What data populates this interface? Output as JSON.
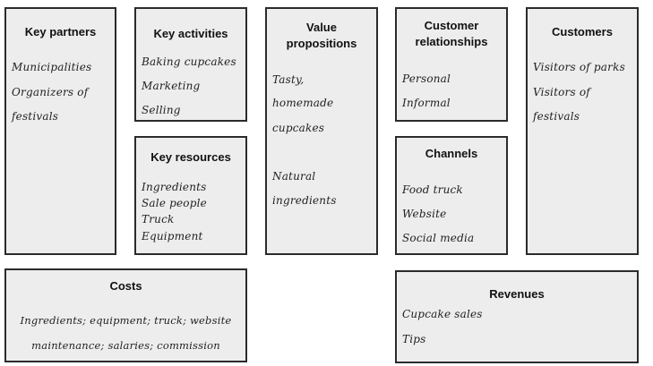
{
  "key_partners": {
    "title": "Key partners",
    "lines": [
      "Municipalities",
      "Organizers of",
      "festivals"
    ]
  },
  "key_activities": {
    "title": "Key activities",
    "lines": [
      "Baking cupcakes",
      "Marketing",
      "Selling"
    ]
  },
  "key_resources": {
    "title": "Key resources",
    "lines": [
      "Ingredients",
      "Sale people",
      "Truck",
      "Equipment"
    ]
  },
  "value_propositions": {
    "title_line1": "Value",
    "title_line2": "propositions",
    "lines": [
      "Tasty,",
      "homemade",
      "cupcakes",
      "Natural",
      "ingredients"
    ]
  },
  "customer_relationships": {
    "title_line1": "Customer",
    "title_line2": "relationships",
    "lines": [
      "Personal",
      "Informal"
    ]
  },
  "channels": {
    "title": "Channels",
    "lines": [
      "Food truck",
      "Website",
      "Social media"
    ]
  },
  "customers": {
    "title": "Customers",
    "lines": [
      "Visitors of parks",
      "Visitors of",
      "festivals"
    ]
  },
  "costs": {
    "title": "Costs",
    "lines": [
      "Ingredients; equipment; truck; website",
      "maintenance; salaries; commission"
    ]
  },
  "revenues": {
    "title": "Revenues",
    "lines": [
      "Cupcake sales",
      "Tips"
    ]
  }
}
